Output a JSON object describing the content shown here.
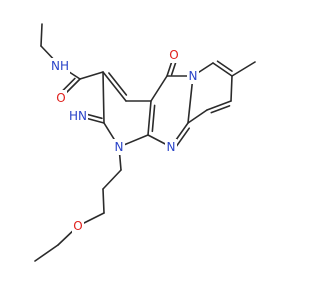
{
  "molecule": {
    "atoms": [
      {
        "id": "Ca",
        "label": ""
      },
      {
        "id": "Cb",
        "label": ""
      },
      {
        "id": "N_amide",
        "label": "NH"
      },
      {
        "id": "C_amide",
        "label": ""
      },
      {
        "id": "O_amide",
        "label": "O"
      },
      {
        "id": "C3",
        "label": ""
      },
      {
        "id": "C4",
        "label": ""
      },
      {
        "id": "C4a",
        "label": ""
      },
      {
        "id": "C5",
        "label": ""
      },
      {
        "id": "O5",
        "label": "O"
      },
      {
        "id": "N6",
        "label": "N"
      },
      {
        "id": "C7",
        "label": ""
      },
      {
        "id": "C8",
        "label": ""
      },
      {
        "id": "Me",
        "label": ""
      },
      {
        "id": "C9",
        "label": ""
      },
      {
        "id": "C10",
        "label": ""
      },
      {
        "id": "C10a",
        "label": ""
      },
      {
        "id": "N11",
        "label": "N"
      },
      {
        "id": "C11a",
        "label": ""
      },
      {
        "id": "N1",
        "label": "N"
      },
      {
        "id": "C2",
        "label": ""
      },
      {
        "id": "N_imine",
        "label": "HN"
      },
      {
        "id": "P1",
        "label": ""
      },
      {
        "id": "P2",
        "label": ""
      },
      {
        "id": "P3",
        "label": ""
      },
      {
        "id": "O_ether",
        "label": "O"
      },
      {
        "id": "E1",
        "label": ""
      },
      {
        "id": "E2",
        "label": ""
      }
    ],
    "label_colors": {
      "N": "#2a44c8",
      "O": "#e0211d",
      "C": "#2b2b2b"
    }
  }
}
